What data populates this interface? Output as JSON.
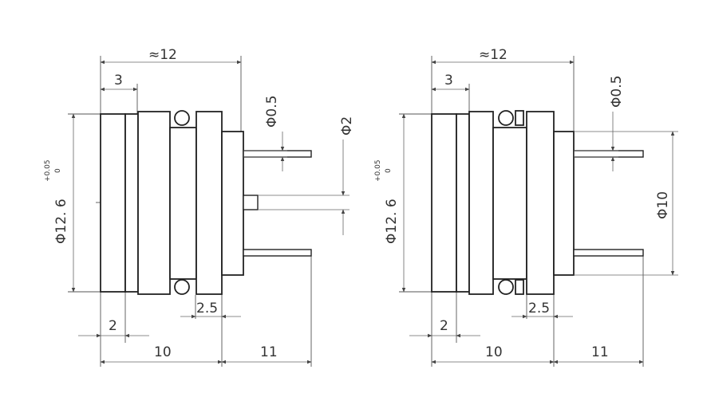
{
  "drawings": [
    {
      "id": "left",
      "labels": {
        "overall_length": "≈12",
        "front_flange": "3",
        "pin_diameter": "Φ0.5",
        "center_pin_diameter": "Φ2",
        "body_diameter": "Φ12. 6",
        "tolerance_upper": "+0.05",
        "tolerance_lower": "0",
        "nut_gap": "2.5",
        "front_thickness": "2",
        "body_length": "10",
        "pin_length": "11"
      }
    },
    {
      "id": "right",
      "labels": {
        "overall_length": "≈12",
        "front_flange": "3",
        "pin_diameter": "Φ0.5",
        "pin_spacing": "Φ10",
        "body_diameter": "Φ12. 6",
        "tolerance_upper": "+0.05",
        "tolerance_lower": "0",
        "nut_gap": "2.5",
        "front_thickness": "2",
        "body_length": "10",
        "pin_length": "11"
      }
    }
  ],
  "colors": {
    "line": "#222222",
    "dimension": "#666666",
    "background": "#ffffff"
  }
}
